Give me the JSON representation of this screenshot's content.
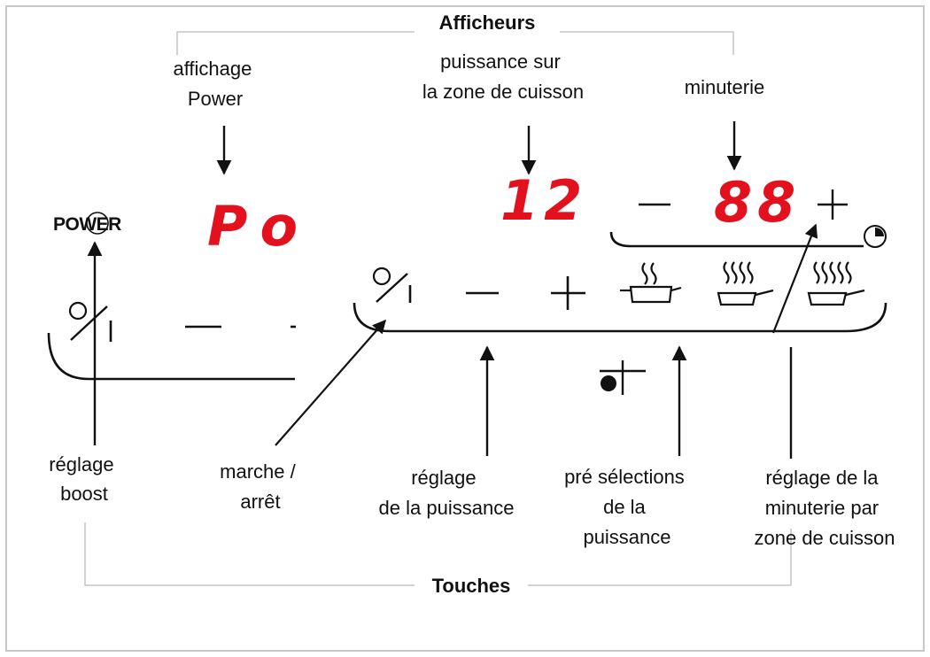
{
  "title_top": "Afficheurs",
  "title_bottom": "Touches",
  "colors": {
    "display": "#e3101e",
    "frame": "#c8c8c8",
    "ink": "#111111"
  },
  "display_labels": {
    "power": [
      "affichage",
      "Power"
    ],
    "zone_power": [
      "puissance sur",
      "la zone de cuisson"
    ],
    "timer": [
      "minuterie"
    ]
  },
  "displays": {
    "power": "Po",
    "zone": "12",
    "timer": "88"
  },
  "power_key": "POWER",
  "key_labels": {
    "boost": [
      "réglage",
      "boost"
    ],
    "on_off": [
      "marche /",
      "arrêt"
    ],
    "power_adjust": [
      "réglage",
      "de la puissance"
    ],
    "presets": [
      "pré sélections",
      "de  la",
      "puissance"
    ],
    "zone_timer": [
      "réglage de la",
      "minuterie par",
      "zone de cuisson"
    ]
  },
  "icons": [
    "power-key-icon",
    "on-off-icon",
    "minus-icon",
    "plus-icon",
    "pan-icon",
    "clock-icon",
    "zone-select-icon"
  ]
}
